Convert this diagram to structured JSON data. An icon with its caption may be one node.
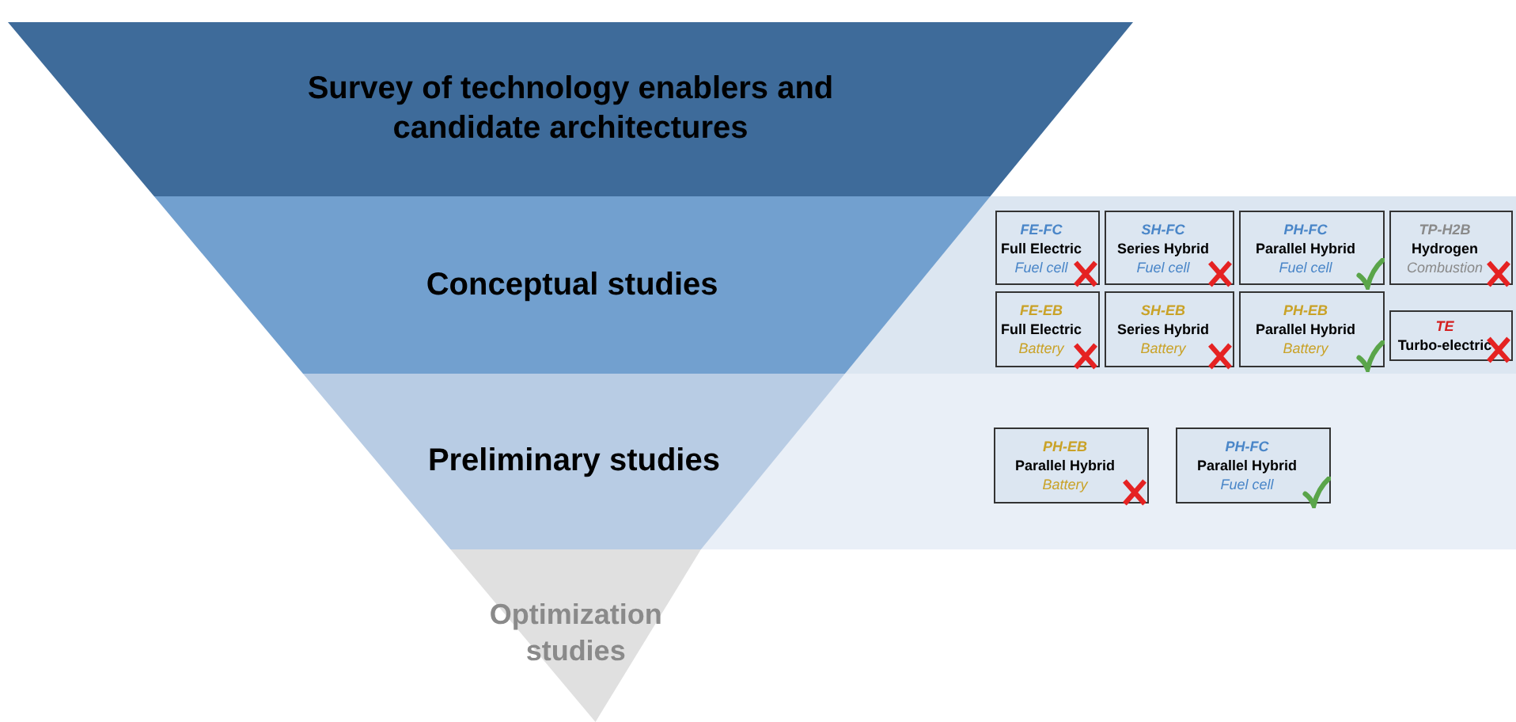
{
  "diagram": {
    "nodes": [
      {
        "text": [
          "Survey of technology enablers and candidate architectures"
        ]
      },
      {
        "text": [
          "Conceptual studies"
        ]
      },
      {
        "text": [
          "FE-FC",
          "Full Electric",
          "Fuel cell"
        ]
      },
      {
        "text": [
          "SH-FC",
          "Series Hybrid",
          "Fuel cell"
        ]
      },
      {
        "text": [
          "PH-FC",
          "Parallel Hybrid",
          "Fuel cell"
        ]
      },
      {
        "text": [
          "TP-H2B",
          "Hydrogen",
          "Combustion"
        ]
      },
      {
        "text": [
          "FE-EB",
          "Full Electric",
          "Battery"
        ]
      },
      {
        "text": [
          "SH-EB",
          "Series Hybrid",
          "Battery"
        ]
      },
      {
        "text": [
          "PH-EB",
          "Parallel Hybrid",
          "Battery"
        ]
      },
      {
        "text": [
          "TE",
          "Turbo-electric"
        ]
      },
      {
        "text": [
          "Preliminary studies"
        ]
      },
      {
        "text": [
          "PH-EB",
          "Parallel Hybrid",
          "Battery"
        ]
      },
      {
        "text": [
          "PH-FC",
          "Parallel Hybrid",
          "Fuel cell"
        ]
      },
      {
        "text": [
          "Optimization studies"
        ]
      }
    ],
    "edges": []
  }
}
